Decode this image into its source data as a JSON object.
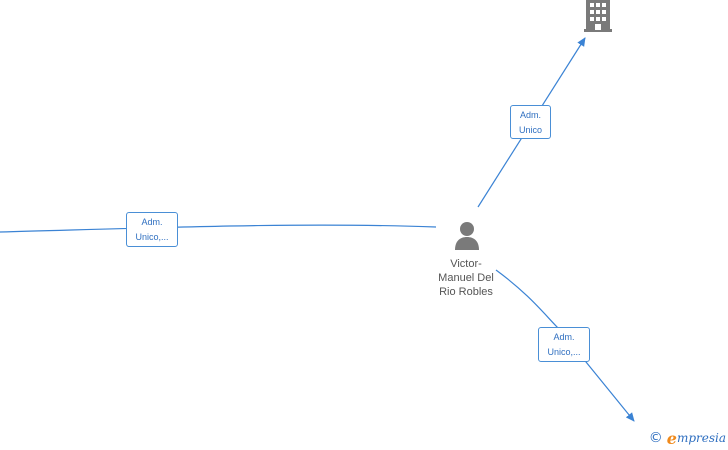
{
  "person": {
    "name_lines": [
      "Victor-",
      "Manuel Del",
      "Rio Robles"
    ],
    "icon": "person-icon"
  },
  "company": {
    "icon": "building-icon"
  },
  "edges": [
    {
      "id": "edge-top",
      "label_lines": [
        "Adm.",
        "Unico"
      ]
    },
    {
      "id": "edge-left",
      "label_lines": [
        "Adm.",
        "Unico,..."
      ]
    },
    {
      "id": "edge-bottom",
      "label_lines": [
        "Adm.",
        "Unico,..."
      ]
    }
  ],
  "brand": {
    "copyright": "©",
    "initial": "e",
    "rest": "mpresia"
  },
  "colors": {
    "link": "#3b83d4",
    "icon": "#7a7a7a",
    "label_border": "#4a8fd6",
    "label_text": "#2f6fc0",
    "brand_orange": "#f08a1c"
  }
}
